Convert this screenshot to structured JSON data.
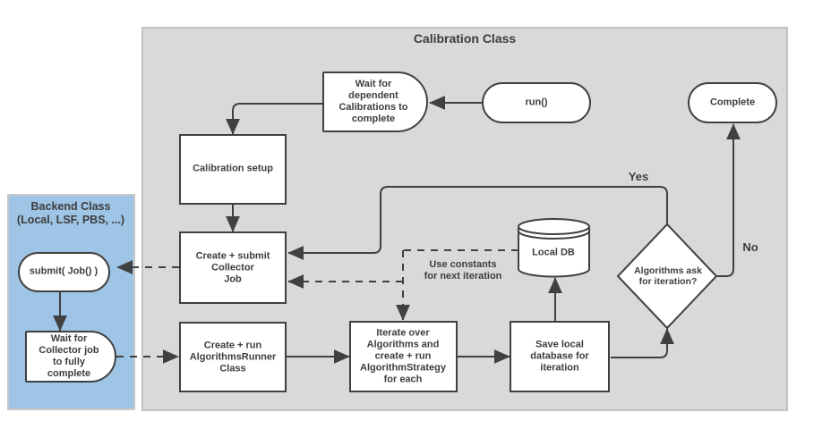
{
  "colors": {
    "calibration_container_fill": "#d9d9d9",
    "calibration_container_border": "#c2c2c2",
    "backend_container_fill": "#9ec4e6",
    "node_fill": "#ffffff",
    "stroke": "#404040",
    "text": "#3d3d3d"
  },
  "calibration_class": {
    "title": "Calibration Class",
    "nodes": {
      "wait_dependent": "Wait for\ndependent\nCalibrations to\ncomplete",
      "run": "run()",
      "complete": "Complete",
      "calibration_setup": "Calibration setup",
      "create_submit_collector_job": "Create + submit\nCollector\nJob",
      "create_run_algorithms_runner": "Create + run\nAlgorithmsRunner\nClass",
      "iterate_algorithms": "Iterate over\nAlgorithms and\ncreate + run\nAlgorithmStrategy\nfor each",
      "save_local_database": "Save local\ndatabase for\niteration",
      "local_db": "Local DB",
      "algorithms_ask_iteration": "Algorithms ask\nfor iteration?"
    },
    "edge_labels": {
      "yes": "Yes",
      "no": "No",
      "use_constants": "Use constants\nfor next iteration"
    }
  },
  "backend_class": {
    "title": "Backend Class\n(Local, LSF, PBS, ...)",
    "nodes": {
      "submit_job": "submit( Job() )",
      "wait_collector_job": "Wait for\nCollector job\nto fully\ncomplete"
    }
  }
}
